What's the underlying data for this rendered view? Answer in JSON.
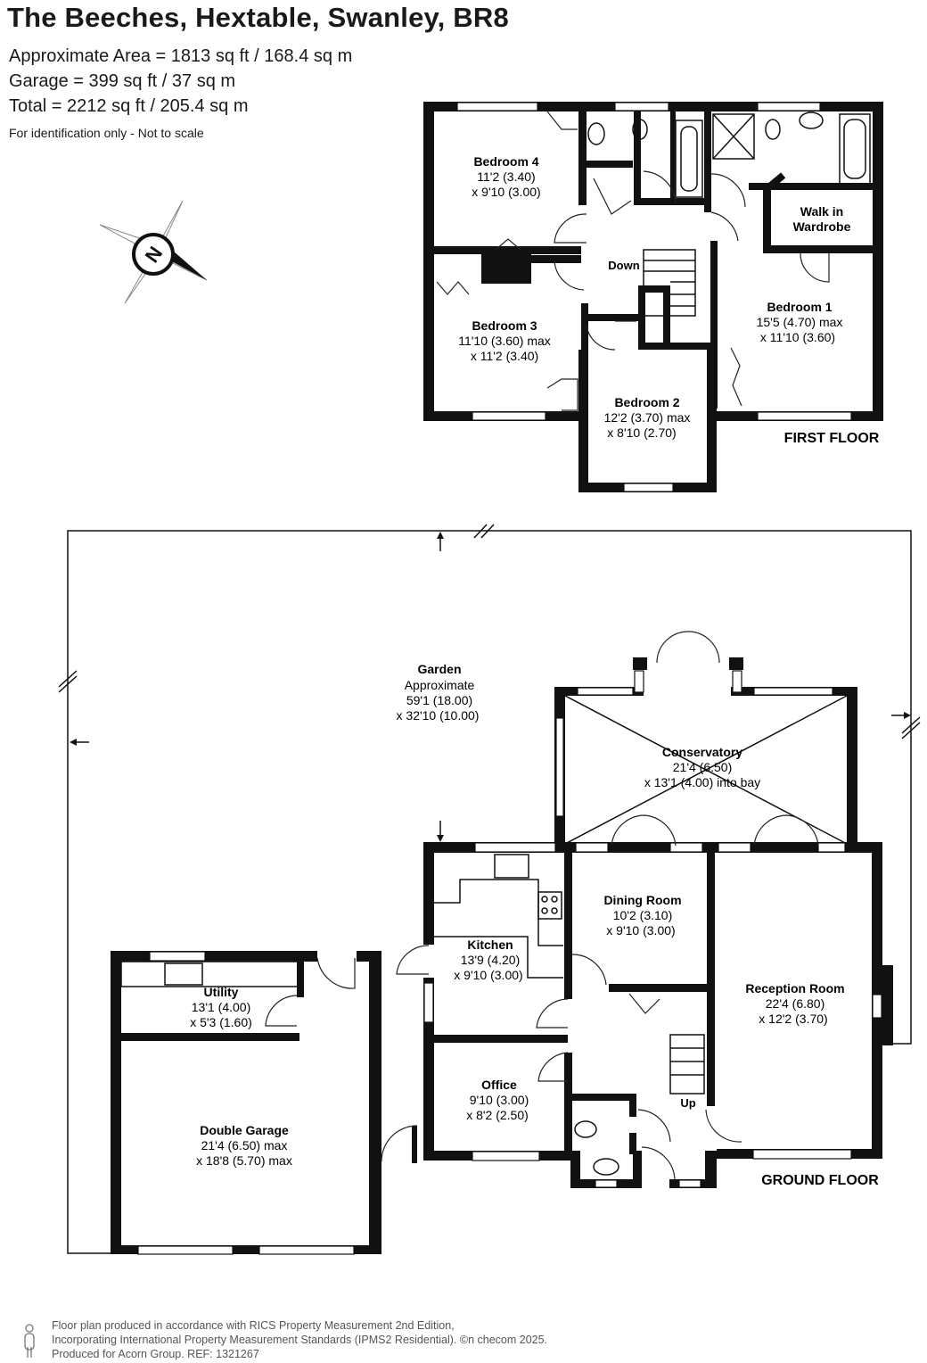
{
  "header": {
    "title": "The Beeches, Hextable, Swanley, BR8",
    "area_line": "Approximate Area = 1813 sq ft / 168.4 sq m",
    "garage_line": "Garage = 399 sq ft / 37 sq m",
    "total_line": "Total = 2212 sq ft / 205.4 sq m",
    "note": "For identification only - Not to scale"
  },
  "compass": {
    "letter": "N"
  },
  "first_floor": {
    "label": "FIRST FLOOR",
    "down_label": "Down",
    "rooms": {
      "bedroom4": {
        "name": "Bedroom 4",
        "dim1": "11'2 (3.40)",
        "dim2": "x 9'10 (3.00)"
      },
      "bedroom3": {
        "name": "Bedroom 3",
        "dim1": "11'10 (3.60) max",
        "dim2": "x 11'2 (3.40)"
      },
      "bedroom2": {
        "name": "Bedroom 2",
        "dim1": "12'2 (3.70) max",
        "dim2": "x 8'10 (2.70)"
      },
      "bedroom1": {
        "name": "Bedroom 1",
        "dim1": "15'5 (4.70) max",
        "dim2": "x 11'10 (3.60)"
      },
      "wardrobe": {
        "name1": "Walk in",
        "name2": "Wardrobe"
      }
    }
  },
  "ground_floor": {
    "label": "GROUND FLOOR",
    "up_label": "Up",
    "rooms": {
      "garden": {
        "name": "Garden",
        "dim0": "Approximate",
        "dim1": "59'1 (18.00)",
        "dim2": "x 32'10 (10.00)"
      },
      "conservatory": {
        "name": "Conservatory",
        "dim1": "21'4 (6.50)",
        "dim2": "x 13'1 (4.00) into bay"
      },
      "dining": {
        "name": "Dining Room",
        "dim1": "10'2 (3.10)",
        "dim2": "x 9'10 (3.00)"
      },
      "kitchen": {
        "name": "Kitchen",
        "dim1": "13'9 (4.20)",
        "dim2": "x 9'10 (3.00)"
      },
      "reception": {
        "name": "Reception Room",
        "dim1": "22'4 (6.80)",
        "dim2": "x 12'2 (3.70)"
      },
      "utility": {
        "name": "Utility",
        "dim1": "13'1 (4.00)",
        "dim2": "x 5'3 (1.60)"
      },
      "office": {
        "name": "Office",
        "dim1": "9'10 (3.00)",
        "dim2": "x 8'2 (2.50)"
      },
      "garage": {
        "name": "Double Garage",
        "dim1": "21'4 (6.50) max",
        "dim2": "x 18'8 (5.70) max"
      }
    }
  },
  "footer": {
    "line1": "Floor plan produced in accordance with RICS Property Measurement 2nd Edition,",
    "line2": "Incorporating International Property Measurement Standards (IPMS2 Residential).  ©n checom 2025.",
    "line3": "Produced for Acorn Group.   REF: 1321267"
  }
}
